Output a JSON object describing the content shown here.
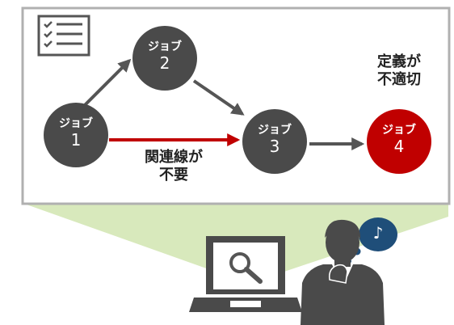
{
  "colors": {
    "node_default": "#4a4a4a",
    "node_error": "#c00000",
    "arrow_default": "#555555",
    "arrow_error": "#c00000",
    "panel_border": "#b0b0b0",
    "beam": "#d8e9bc"
  },
  "diagram": {
    "nodes": [
      {
        "id": "job1",
        "label": "ジョブ",
        "number": "1",
        "status": "normal"
      },
      {
        "id": "job2",
        "label": "ジョブ",
        "number": "2",
        "status": "normal"
      },
      {
        "id": "job3",
        "label": "ジョブ",
        "number": "3",
        "status": "normal"
      },
      {
        "id": "job4",
        "label": "ジョブ",
        "number": "4",
        "status": "error"
      }
    ],
    "edges": [
      {
        "from": "job1",
        "to": "job2",
        "status": "normal"
      },
      {
        "from": "job2",
        "to": "job3",
        "status": "normal"
      },
      {
        "from": "job1",
        "to": "job3",
        "status": "error"
      },
      {
        "from": "job3",
        "to": "job4",
        "status": "normal"
      }
    ],
    "annotations": {
      "unnecessary_relation": "関連線が\n不要",
      "improper_definition": "定義が\n不適切"
    }
  },
  "icons": [
    "checklist-icon",
    "laptop-icon",
    "magnifier-icon",
    "person-icon",
    "music-note-icon"
  ],
  "thought_bubble": {
    "symbol": "♪"
  }
}
